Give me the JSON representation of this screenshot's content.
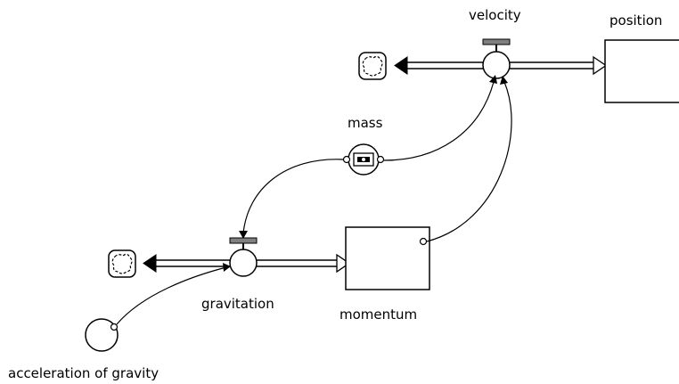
{
  "diagram": {
    "labels": {
      "velocity": "velocity",
      "position": "position",
      "mass": "mass",
      "gravitation": "gravitation",
      "momentum": "momentum",
      "acceleration_of_gravity": "acceleration of gravity"
    },
    "elements": {
      "velocity": "flow",
      "position": "stock",
      "mass": "converter",
      "gravitation": "flow",
      "momentum": "stock",
      "acceleration_of_gravity": "converter"
    }
  }
}
